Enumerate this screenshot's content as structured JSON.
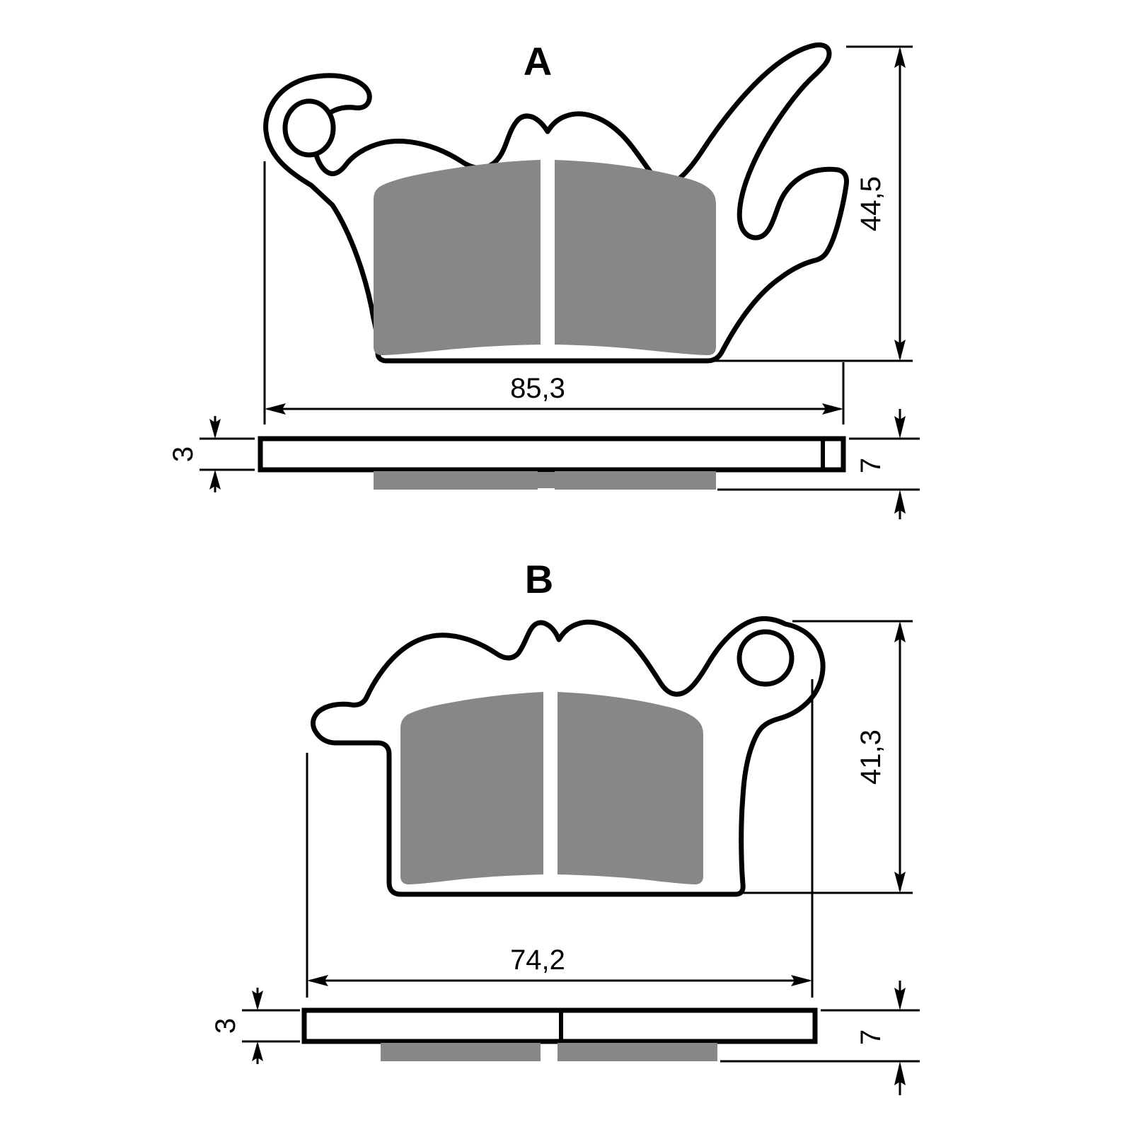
{
  "drawing": {
    "type": "technical-drawing",
    "subject": "motorcycle-brake-pad-set",
    "units": "mm",
    "background_color": "#ffffff",
    "line_color": "#000000",
    "friction_material_color": "#878787"
  },
  "parts": [
    {
      "id": "A",
      "label": "A",
      "views": [
        "front",
        "side"
      ],
      "dimensions": {
        "width": "85,3",
        "height": "44,5",
        "backing_thickness": "3",
        "total_thickness": "7"
      }
    },
    {
      "id": "B",
      "label": "B",
      "views": [
        "front",
        "side"
      ],
      "dimensions": {
        "width": "74,2",
        "height": "41,3",
        "backing_thickness": "3",
        "total_thickness": "7"
      }
    }
  ],
  "labels": {
    "part_a": "A",
    "part_b": "B"
  },
  "dimension_values": {
    "a_width": "85,3",
    "a_height": "44,5",
    "a_backing": "3",
    "a_total": "7",
    "b_width": "74,2",
    "b_height": "41,3",
    "b_backing": "3",
    "b_total": "7"
  }
}
